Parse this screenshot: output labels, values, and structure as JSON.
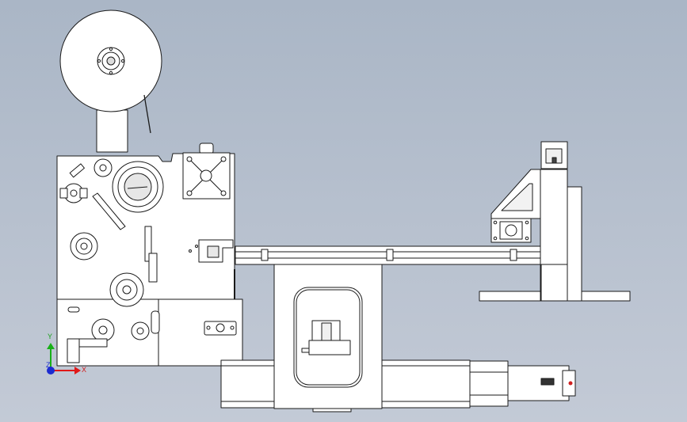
{
  "viewport": {
    "background_top": "#aab6c6",
    "background_bottom": "#c3cad6"
  },
  "model": {
    "fill": "#ffffff",
    "stroke": "#1a1a1a"
  },
  "triad": {
    "x_label": "X",
    "y_label": "Y",
    "z_label": "Z",
    "x_color": "#e01818",
    "y_color": "#18b018",
    "z_color": "#1c2bd0"
  }
}
